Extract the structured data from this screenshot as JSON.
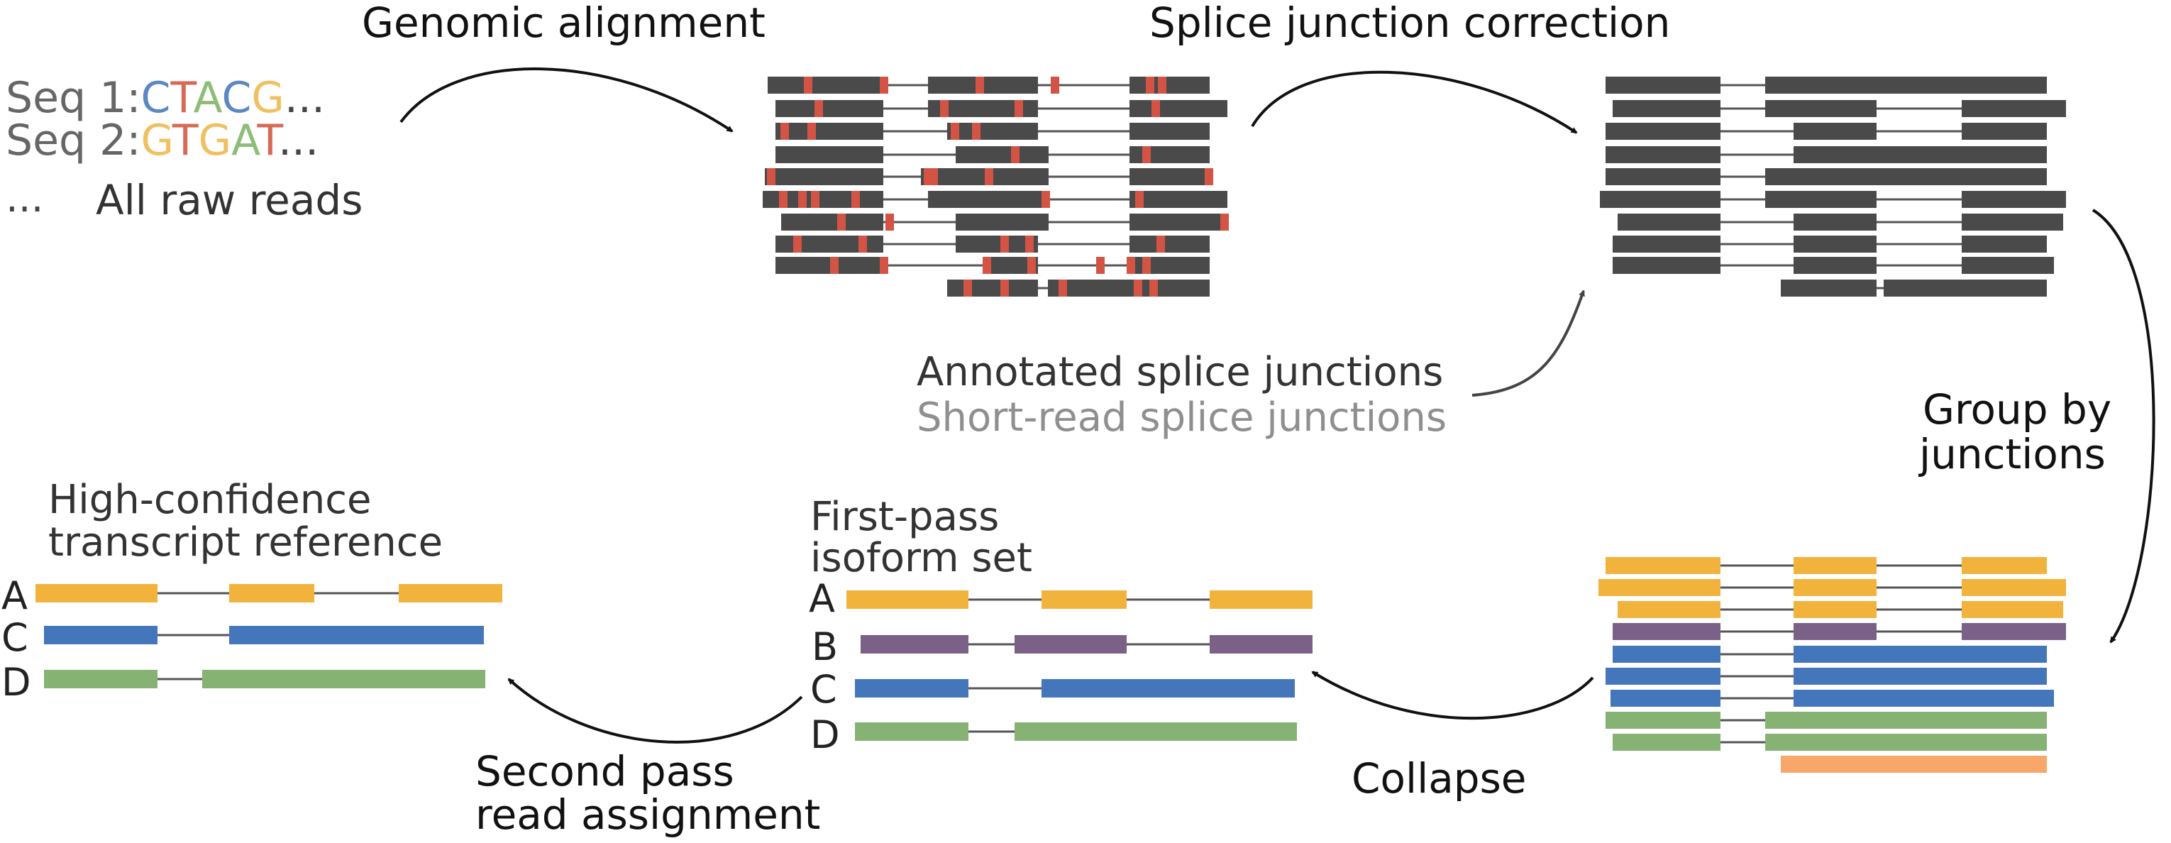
{
  "raw_reads": {
    "seq1_prefix": "Seq 1:",
    "seq1_bases": [
      "C",
      "T",
      "A",
      "C",
      "G"
    ],
    "seq2_prefix": "Seq 2:",
    "seq2_bases": [
      "G",
      "T",
      "G",
      "A",
      "T"
    ],
    "ellipsis": "...",
    "dots": "...",
    "label": "All raw reads"
  },
  "steps": {
    "alignment": "Genomic alignment",
    "correction": "Splice junction correction",
    "group_line1": "Group by",
    "group_line2": "junctions",
    "collapse": "Collapse",
    "second_pass_line1": "Second pass",
    "second_pass_line2": "read assignment"
  },
  "junction_sources": {
    "annotated": "Annotated splice junctions",
    "short_read": "Short-read splice junctions"
  },
  "first_pass": {
    "title_line1": "First-pass",
    "title_line2": "isoform set",
    "isoforms": [
      "A",
      "B",
      "C",
      "D"
    ]
  },
  "reference": {
    "title_line1": "High-confidence",
    "title_line2": "transcript reference",
    "isoforms": [
      "A",
      "C",
      "D"
    ]
  },
  "colors": {
    "read": "#4a4a4a",
    "error": "#d35445",
    "isoform_A": "#f2b33d",
    "isoform_B": "#7b6187",
    "isoform_C": "#4476bb",
    "isoform_D": "#86b374",
    "isoform_E": "#f9a66a",
    "base_C": "#5b87c2",
    "base_T": "#d66a57",
    "base_A": "#8ebd78",
    "base_G": "#f0c060"
  }
}
